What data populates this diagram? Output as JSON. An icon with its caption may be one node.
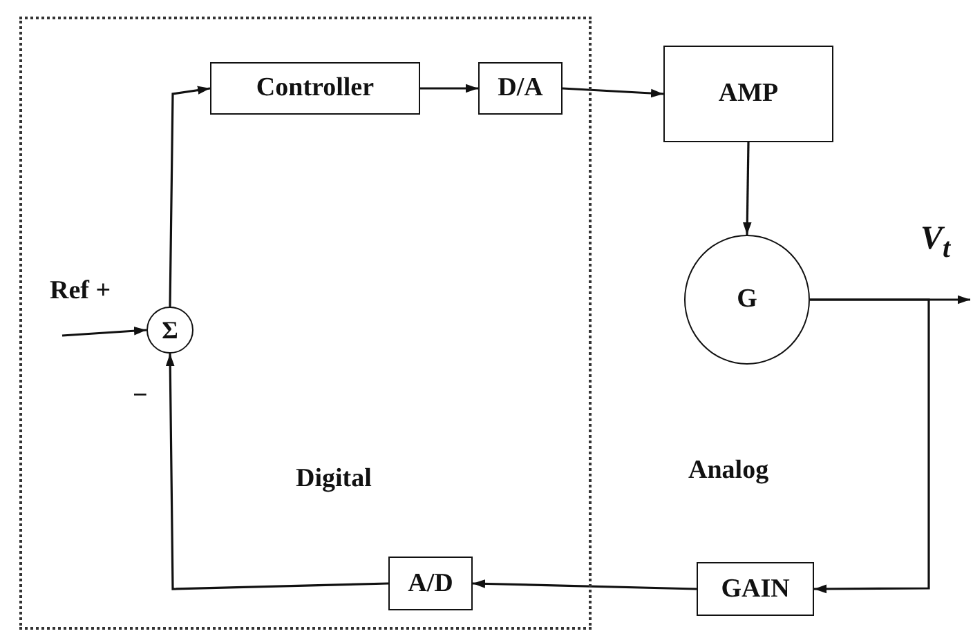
{
  "diagram": {
    "nodes": [
      {
        "text": [
          "Digital"
        ]
      },
      {
        "text": [
          "Σ"
        ],
        "in": 0,
        "beside": [
          "Ref +",
          "−"
        ]
      },
      {
        "text": [
          "Controller"
        ],
        "in": 0
      },
      {
        "text": [
          "D/A"
        ],
        "in": 0
      },
      {
        "text": [
          "AMP"
        ]
      },
      {
        "text": [
          "G"
        ]
      },
      {
        "text": [
          "GAIN"
        ]
      },
      {
        "text": [
          "A/D"
        ],
        "in": 0
      }
    ],
    "edges": [
      {
        "from": null,
        "to": 1,
        "arrow": "to"
      },
      {
        "from": 1,
        "to": 2,
        "arrow": "to"
      },
      {
        "from": 2,
        "to": 3,
        "arrow": "to"
      },
      {
        "from": 3,
        "to": 4,
        "arrow": "to"
      },
      {
        "from": 4,
        "to": 5,
        "arrow": "to"
      },
      {
        "from": 5,
        "to": null,
        "arrow": "to",
        "label": "V$_{t}$"
      },
      {
        "from": 5,
        "to": 6,
        "arrow": "to"
      },
      {
        "from": 6,
        "to": 7,
        "arrow": "to"
      },
      {
        "from": 7,
        "to": 1,
        "arrow": "to"
      }
    ],
    "labels": [
      "Analog"
    ]
  }
}
